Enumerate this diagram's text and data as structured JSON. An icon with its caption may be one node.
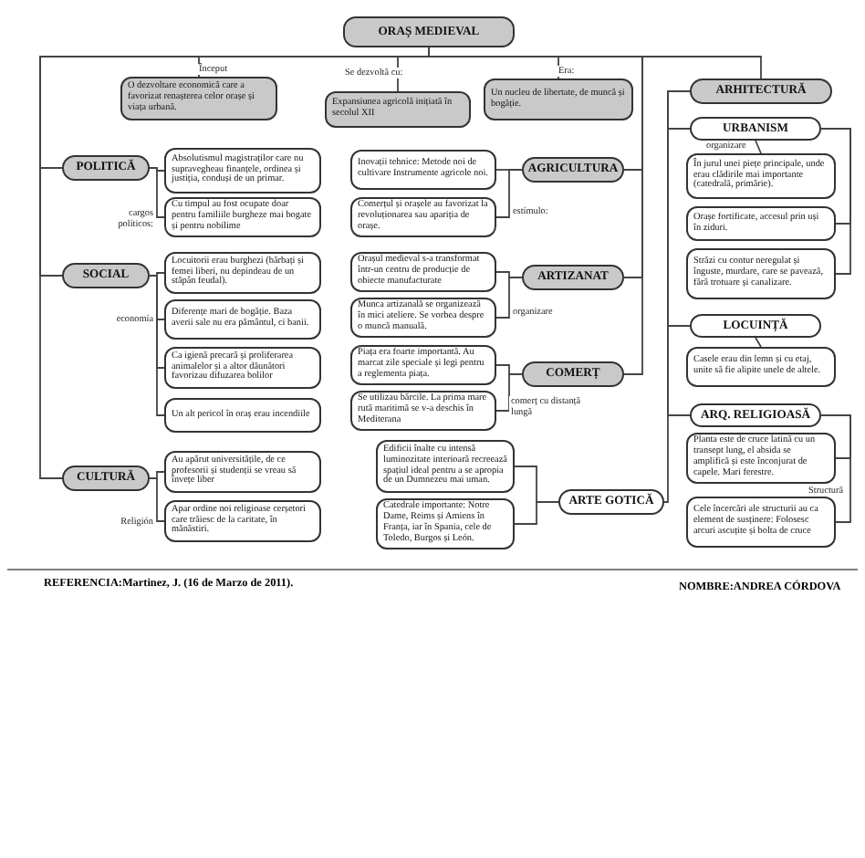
{
  "diagram": {
    "nodes": [
      {
        "text": [
          "ORAȘ MEDIEVAL"
        ]
      },
      {
        "text": [
          "O dezvoltare economică care a favorizat renașterea celor orașe și viața urbană."
        ]
      },
      {
        "text": [
          "Expansiunea agricolă inițiată în secolul XII"
        ]
      },
      {
        "text": [
          "Un nucleu de libertate, de muncă și bogăție."
        ]
      },
      {
        "text": [
          "POLITICĂ"
        ]
      },
      {
        "text": [
          "Absolutismul magistraților care nu supravegheau finanțele, ordinea și justiția, conduși de un primar."
        ]
      },
      {
        "text": [
          "Cu timpul au fost ocupate doar pentru familiile burgheze mai bogate și pentru nobilime"
        ]
      },
      {
        "text": [
          "SOCIAL"
        ]
      },
      {
        "text": [
          "Locuitorii erau burghezi (bărbați și femei liberi, nu depindeau de un stăpân feudal)."
        ]
      },
      {
        "text": [
          "Diferențe mari de bogăție. Baza averii sale nu era pământul, ci banii."
        ]
      },
      {
        "text": [
          "Ca igienă precară și proliferarea animalelor și a altor dăunători favorizau difuzarea bolilor"
        ]
      },
      {
        "text": [
          "Un alt pericol în oraș erau incendiile"
        ]
      },
      {
        "text": [
          "CULTURĂ"
        ]
      },
      {
        "text": [
          "Au apărut universitățile, de ce profesorii și studenții se vreau să învețe liber"
        ]
      },
      {
        "text": [
          "Apar ordine noi religioase cerșetori care trăiesc de la caritate, în mănăstiri."
        ]
      },
      {
        "text": [
          "Inovații tehnice: Metode noi de cultivare Instrumente agricole noi."
        ]
      },
      {
        "text": [
          "Comerțul și orașele au favorizat la revoluționarea sau apariția de orașe."
        ]
      },
      {
        "text": [
          "AGRICULTURA"
        ]
      },
      {
        "text": [
          "Orașul medieval s-a transformat într-un centru de producție de obiecte manufacturate"
        ]
      },
      {
        "text": [
          "Munca artizanală se organizează în mici ateliere. Se vorbea despre o muncă manuală."
        ]
      },
      {
        "text": [
          "ARTIZANAT"
        ]
      },
      {
        "text": [
          "Piața era foarte importantă. Au marcat zile speciale și legi pentru a reglementa piața."
        ]
      },
      {
        "text": [
          "Se utilizau bărcile. La prima mare rută maritimă se v-a deschis în Mediterana"
        ]
      },
      {
        "text": [
          "COMERȚ"
        ]
      },
      {
        "text": [
          "Edificii înalte cu intensă luminozitate interioară recreează spațiul ideal pentru a se apropia de un Dumnezeu mai uman."
        ]
      },
      {
        "text": [
          "Catedrale importante: Notre Dame, Reims și Amiens în Franța, iar în Spania, cele de Toledo, Burgos și León."
        ]
      },
      {
        "text": [
          "ARTE GOTICĂ"
        ]
      },
      {
        "text": [
          "ARHITECTURĂ"
        ]
      },
      {
        "text": [
          "URBANISM"
        ]
      },
      {
        "text": [
          "În jurul unei piețe principale, unde erau clădirile mai importante (catedrală, primărie)."
        ]
      },
      {
        "text": [
          "Orașe fortificate, accesul prin uși în ziduri."
        ]
      },
      {
        "text": [
          "Străzi cu contur neregulat și înguste, murdare, care se pavează, fără trotuare și canalizare."
        ]
      },
      {
        "text": [
          "LOCUINȚĂ"
        ]
      },
      {
        "text": [
          "Casele erau din lemn și cu etaj, unite să fie alipite unele de altele."
        ]
      },
      {
        "text": [
          "ARQ. RELIGIOASĂ"
        ]
      },
      {
        "text": [
          "Planta este de cruce latină cu un transept lung, el absida se amplifică și este înconjurat de capele. Mari ferestre."
        ]
      },
      {
        "text": [
          "Cele încercări ale structurii au ca element de susținere: Folosesc arcuri ascuțite și bolta de cruce"
        ]
      }
    ],
    "edges": [
      {
        "from": 0,
        "to": 1,
        "arrow": "none",
        "label": "Început"
      },
      {
        "from": 0,
        "to": 2,
        "arrow": "none",
        "label": "Se dezvoltă cu:"
      },
      {
        "from": 0,
        "to": 3,
        "arrow": "none",
        "label": "Era:"
      },
      {
        "from": 0,
        "to": 4,
        "arrow": "none"
      },
      {
        "from": 0,
        "to": 7,
        "arrow": "none"
      },
      {
        "from": 0,
        "to": 12,
        "arrow": "none"
      },
      {
        "from": 4,
        "to": 5,
        "arrow": "none"
      },
      {
        "from": 4,
        "to": 6,
        "arrow": "none",
        "label": "cargos políticos:"
      },
      {
        "from": 7,
        "to": 8,
        "arrow": "none"
      },
      {
        "from": 7,
        "to": 9,
        "arrow": "none",
        "label": "economía"
      },
      {
        "from": 7,
        "to": 10,
        "arrow": "none"
      },
      {
        "from": 7,
        "to": 11,
        "arrow": "none"
      },
      {
        "from": 12,
        "to": 13,
        "arrow": "none"
      },
      {
        "from": 12,
        "to": 14,
        "arrow": "none",
        "label": "Religión"
      },
      {
        "from": 0,
        "to": 17,
        "arrow": "none"
      },
      {
        "from": 0,
        "to": 20,
        "arrow": "none"
      },
      {
        "from": 0,
        "to": 23,
        "arrow": "none"
      },
      {
        "from": 17,
        "to": 15,
        "arrow": "none"
      },
      {
        "from": 17,
        "to": 16,
        "arrow": "none",
        "label": "estímulo:"
      },
      {
        "from": 20,
        "to": 18,
        "arrow": "none"
      },
      {
        "from": 20,
        "to": 19,
        "arrow": "none",
        "label": "organizare"
      },
      {
        "from": 23,
        "to": 21,
        "arrow": "none"
      },
      {
        "from": 23,
        "to": 22,
        "arrow": "none",
        "label": "comerț cu distanță lungă"
      },
      {
        "from": 0,
        "to": 27,
        "arrow": "none"
      },
      {
        "from": 27,
        "to": 28,
        "arrow": "none"
      },
      {
        "from": 27,
        "to": 32,
        "arrow": "none"
      },
      {
        "from": 27,
        "to": 34,
        "arrow": "none"
      },
      {
        "from": 27,
        "to": 26,
        "arrow": "none"
      },
      {
        "from": 26,
        "to": 24,
        "arrow": "none"
      },
      {
        "from": 26,
        "to": 25,
        "arrow": "none"
      },
      {
        "from": 28,
        "to": 29,
        "arrow": "none",
        "label": "organizare"
      },
      {
        "from": 28,
        "to": 30,
        "arrow": "none"
      },
      {
        "from": 28,
        "to": 31,
        "arrow": "none"
      },
      {
        "from": 32,
        "to": 33,
        "arrow": "none"
      },
      {
        "from": 34,
        "to": 35,
        "arrow": "none"
      },
      {
        "from": 34,
        "to": 36,
        "arrow": "none",
        "label": "Structură"
      }
    ],
    "labels": [
      "REFERENCIA:Martinez, J. (16 de Marzo de 2011).",
      "NOMBRE:ANDREA CÓRDOVA"
    ]
  }
}
